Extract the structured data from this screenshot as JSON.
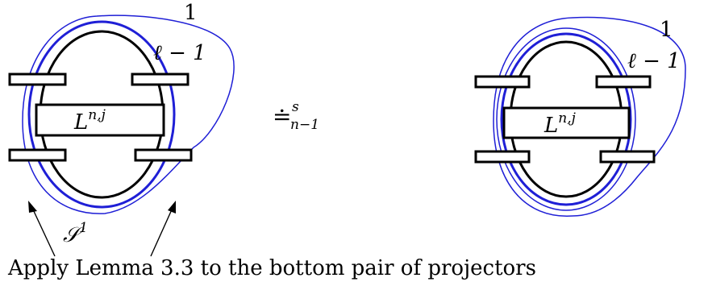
{
  "diagram": {
    "left": {
      "outer_label": "1",
      "inner_label": "ℓ − 1",
      "box_label": "L",
      "box_superscript": "n,j",
      "surface_label": "𝒮",
      "surface_superscript": "1"
    },
    "relation": {
      "symbol": "≐",
      "superscript": "s",
      "subscript": "n−1"
    },
    "right": {
      "outer_label": "1",
      "inner_label": "ℓ − 1",
      "box_label": "L",
      "box_superscript": "n,j"
    },
    "caption": "Apply Lemma 3.3 to the bottom pair of projectors"
  },
  "colors": {
    "strand": "#000000",
    "blue_strand": "#1f1fd6",
    "background": "#ffffff"
  }
}
